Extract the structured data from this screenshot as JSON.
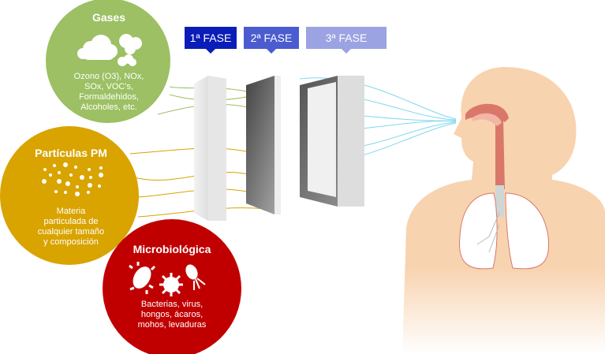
{
  "colors": {
    "gases": "#9cc063",
    "particles": "#d9a300",
    "micro": "#c00000",
    "phase1": "#0a1db8",
    "phase2": "#4b5bd0",
    "phase3": "#9ba3e2",
    "skin": "#f8d3b0",
    "airway": "#d9786a"
  },
  "phases": [
    {
      "label": "1ª FASE"
    },
    {
      "label": "2ª FASE"
    },
    {
      "label": "3ª FASE"
    }
  ],
  "gases": {
    "title": "Gases",
    "lines": [
      "Ozono (O3), NOx,",
      "SOx, VOC's,",
      "Formaldehidos,",
      "Alcoholes, etc."
    ]
  },
  "particles": {
    "title": "Partículas PM",
    "lines": [
      "Materia",
      "particulada de",
      "cualquier  tamaño",
      "y composición"
    ]
  },
  "micro": {
    "title": "Microbiológica",
    "lines": [
      "Bacterias, virus,",
      "hongos, ácaros,",
      "mohos, levaduras"
    ]
  }
}
